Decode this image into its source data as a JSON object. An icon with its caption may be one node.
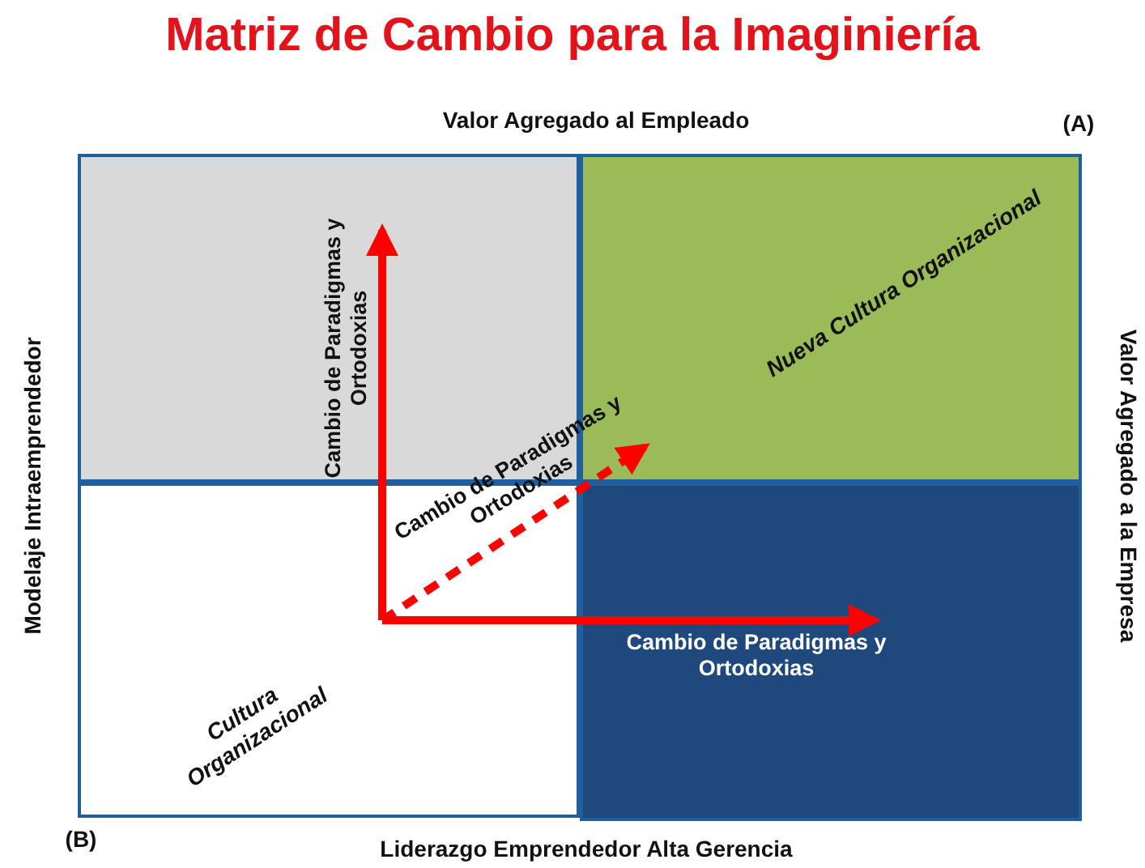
{
  "diagram": {
    "title": "Matriz de Cambio para la Imaginiería",
    "nodes": [
      {
        "text": [],
        "shape": "box"
      },
      {
        "text": [
          "Nueva Cultura Organizacional"
        ]
      },
      {
        "text": [
          "Cultura Organizacional"
        ]
      },
      {
        "text": [],
        "shape": "box"
      }
    ],
    "edges": [
      {
        "from": 2,
        "to": 0,
        "arrow": "to",
        "label": "Cambio de Paradigmas y Ortodoxias"
      },
      {
        "from": 2,
        "to": 1,
        "arrow": "to",
        "label": "Cambio de Paradigmas y Ortodoxias",
        "style": "dashed"
      },
      {
        "from": 2,
        "to": 3,
        "arrow": "to",
        "label": "Cambio de Paradigmas y Ortodoxias"
      }
    ],
    "labels": [
      "Valor Agregado al Empleado",
      "(A)",
      "Modelaje Intraemprendedor",
      "Valor Agregado a la Empresa",
      "(B)",
      "Liderazgo Emprendedor Alta Gerencia"
    ]
  }
}
